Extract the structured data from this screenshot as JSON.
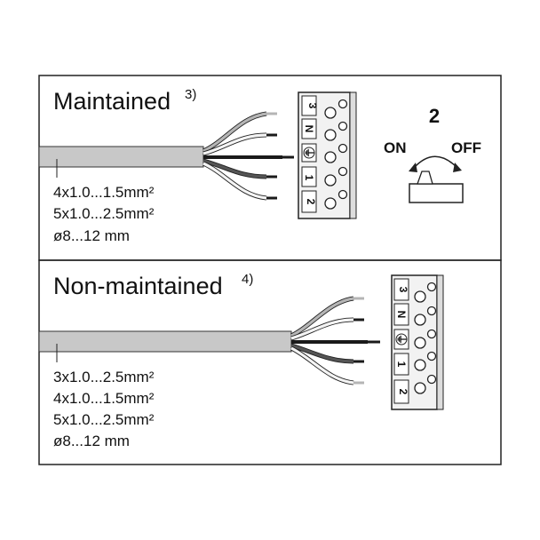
{
  "maintained": {
    "title": "Maintained",
    "footnote": "3)",
    "specs": [
      "4x1.0...1.5mm²",
      "5x1.0...2.5mm²",
      "ø8...12 mm"
    ],
    "terminals": [
      "3",
      "N",
      "⏚",
      "1",
      "2"
    ]
  },
  "switch": {
    "number": "2",
    "on_label": "ON",
    "off_label": "OFF"
  },
  "non_maintained": {
    "title": "Non-maintained",
    "footnote": "4)",
    "specs": [
      "3x1.0...2.5mm²",
      "4x1.0...1.5mm²",
      "5x1.0...2.5mm²",
      "ø8...12 mm"
    ],
    "terminals": [
      "3",
      "N",
      "⏚",
      "1",
      "2"
    ]
  },
  "colors": {
    "cable": "#c8c8c8",
    "outline": "#222222",
    "wire_black": "#1a1a1a",
    "wire_grey": "#555555",
    "wire_light": "#b5b5b5"
  }
}
